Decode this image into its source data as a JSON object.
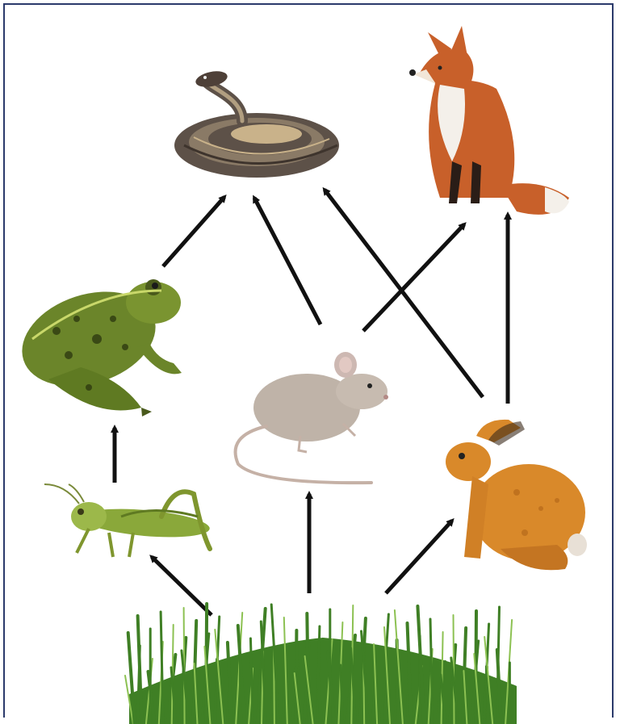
{
  "food_web": {
    "organisms": [
      {
        "id": "grass",
        "icon": "grass-icon"
      },
      {
        "id": "grasshopper",
        "icon": "grasshopper-icon"
      },
      {
        "id": "frog",
        "icon": "frog-icon"
      },
      {
        "id": "mouse",
        "icon": "mouse-icon"
      },
      {
        "id": "rabbit",
        "icon": "rabbit-icon"
      },
      {
        "id": "snake",
        "icon": "snake-icon"
      },
      {
        "id": "fox",
        "icon": "fox-icon"
      }
    ],
    "links": [
      {
        "from": "grass",
        "to": "grasshopper"
      },
      {
        "from": "grass",
        "to": "mouse"
      },
      {
        "from": "grass",
        "to": "rabbit"
      },
      {
        "from": "grasshopper",
        "to": "frog"
      },
      {
        "from": "frog",
        "to": "snake"
      },
      {
        "from": "mouse",
        "to": "snake"
      },
      {
        "from": "mouse",
        "to": "fox"
      },
      {
        "from": "rabbit",
        "to": "snake"
      },
      {
        "from": "rabbit",
        "to": "fox"
      }
    ],
    "colors": {
      "arrow": "#111111",
      "frame": "#2b3a6b",
      "grass": "#3f7f25",
      "grass_light": "#8cc152",
      "grasshopper": "#8aa83a",
      "frog": "#5f7a22",
      "mouse": "#bfb3a8",
      "rabbit": "#d9892a",
      "snake": "#5d5148",
      "fox": "#c8602a"
    }
  }
}
